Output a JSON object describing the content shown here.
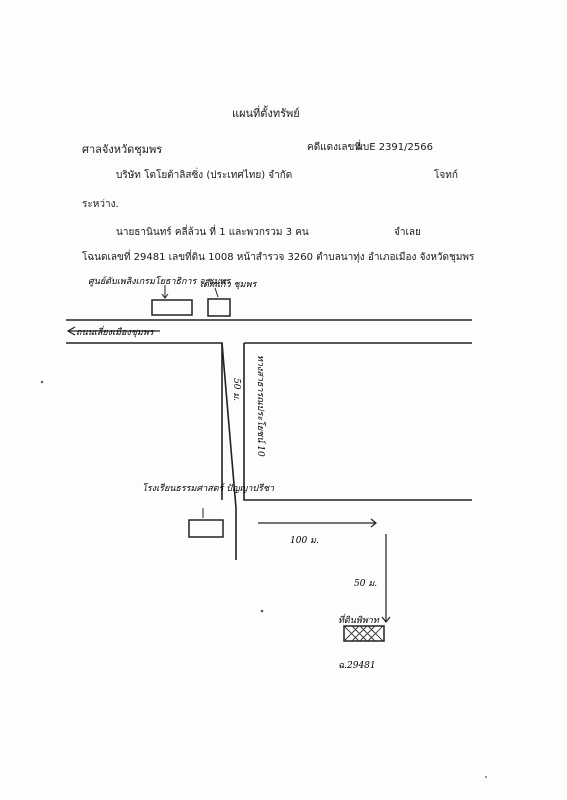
{
  "header": {
    "title": "แผนที่ตั้งทรัพย์",
    "court": "ศาลจังหวัดชุมพร",
    "case_label": "คดีแดงเลขที่",
    "case_number": "ผบE 2391/2566",
    "plaintiff": "บริษัท โตโยต้าลิสซิ่ง (ประเทศไทย) จำกัด",
    "plaintiff_role": "โจทก์",
    "between": "ระหว่าง.",
    "defendant": "นายธานินทร์ คลี่ล้วน ที่ 1 และพวกรวม 3 คน",
    "defendant_role": "จำเลย",
    "deed_line": "โฉนดเลขที่   29481   เลขที่ดิน 1008  หน้าสำรวจ 3260  ตำบลนาทุ่ง  อำเภอเมือง  จังหวัดชุมพร"
  },
  "map": {
    "landmark_top_left": "ศูนย์ดับเพลิงเกรมโยธาธิการ จ.ชุมพร",
    "landmark_top_right": "เด็กแก้ว ชุมพร",
    "main_road": "ถนนเลี่ยงเมืองชุมพร",
    "side_road_distance": "50 ม.",
    "side_road_name": "ทางสาธารณประโยชน์ 10",
    "landmark_left": "โรงเรียนธรรมศาสตร์ ปัญญาปรีชา",
    "distance_east": "100 ม.",
    "distance_south": "50 ม.",
    "property_label": "ที่ดินพิพาท",
    "parcel": "ฉ.29481"
  }
}
